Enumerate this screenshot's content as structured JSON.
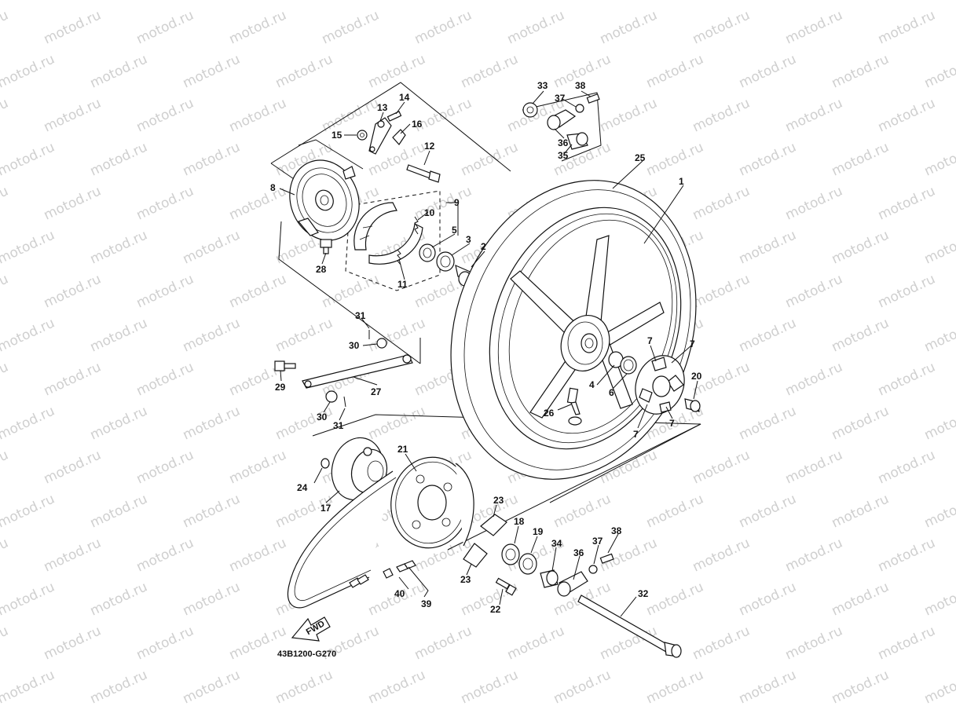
{
  "watermark": {
    "text": "motod.ru",
    "color": "#cfcfcf"
  },
  "diagram_code": "43B1200-G270",
  "fwd_label": "FWD",
  "callouts": [
    {
      "id": "c1",
      "text": "1"
    },
    {
      "id": "c2",
      "text": "2"
    },
    {
      "id": "c3",
      "text": "3"
    },
    {
      "id": "c4",
      "text": "4"
    },
    {
      "id": "c5",
      "text": "5"
    },
    {
      "id": "c6",
      "text": "6"
    },
    {
      "id": "c7a",
      "text": "7"
    },
    {
      "id": "c7b",
      "text": "7"
    },
    {
      "id": "c7c",
      "text": "7"
    },
    {
      "id": "c7d",
      "text": "7"
    },
    {
      "id": "c8",
      "text": "8"
    },
    {
      "id": "c9",
      "text": "9"
    },
    {
      "id": "c10",
      "text": "10"
    },
    {
      "id": "c11",
      "text": "11"
    },
    {
      "id": "c12",
      "text": "12"
    },
    {
      "id": "c13",
      "text": "13"
    },
    {
      "id": "c14",
      "text": "14"
    },
    {
      "id": "c15",
      "text": "15"
    },
    {
      "id": "c16",
      "text": "16"
    },
    {
      "id": "c17",
      "text": "17"
    },
    {
      "id": "c18",
      "text": "18"
    },
    {
      "id": "c19",
      "text": "19"
    },
    {
      "id": "c20",
      "text": "20"
    },
    {
      "id": "c21",
      "text": "21"
    },
    {
      "id": "c22",
      "text": "22"
    },
    {
      "id": "c23a",
      "text": "23"
    },
    {
      "id": "c23b",
      "text": "23"
    },
    {
      "id": "c24",
      "text": "24"
    },
    {
      "id": "c25",
      "text": "25"
    },
    {
      "id": "c26",
      "text": "26"
    },
    {
      "id": "c27",
      "text": "27"
    },
    {
      "id": "c28",
      "text": "28"
    },
    {
      "id": "c29",
      "text": "29"
    },
    {
      "id": "c30a",
      "text": "30"
    },
    {
      "id": "c30b",
      "text": "30"
    },
    {
      "id": "c31a",
      "text": "31"
    },
    {
      "id": "c31b",
      "text": "31"
    },
    {
      "id": "c32",
      "text": "32"
    },
    {
      "id": "c33",
      "text": "33"
    },
    {
      "id": "c34",
      "text": "34"
    },
    {
      "id": "c35",
      "text": "35"
    },
    {
      "id": "c36a",
      "text": "36"
    },
    {
      "id": "c36b",
      "text": "36"
    },
    {
      "id": "c37a",
      "text": "37"
    },
    {
      "id": "c37b",
      "text": "37"
    },
    {
      "id": "c38a",
      "text": "38"
    },
    {
      "id": "c38b",
      "text": "38"
    },
    {
      "id": "c39",
      "text": "39"
    },
    {
      "id": "c40",
      "text": "40"
    }
  ]
}
